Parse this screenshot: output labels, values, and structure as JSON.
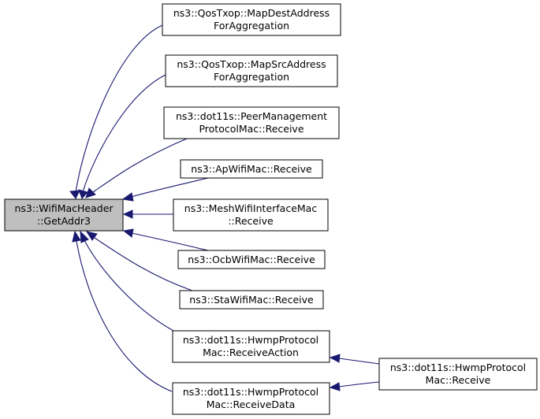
{
  "root": {
    "line1": "ns3::WifiMacHeader",
    "line2": "::GetAddr3"
  },
  "callers": [
    {
      "id": "n1",
      "line1": "ns3::QosTxop::MapDestAddress",
      "line2": "ForAggregation"
    },
    {
      "id": "n2",
      "line1": "ns3::QosTxop::MapSrcAddress",
      "line2": "ForAggregation"
    },
    {
      "id": "n3",
      "line1": "ns3::dot11s::PeerManagement",
      "line2": "ProtocolMac::Receive"
    },
    {
      "id": "n4",
      "line1": "ns3::ApWifiMac::Receive",
      "line2": ""
    },
    {
      "id": "n5",
      "line1": "ns3::MeshWifiInterfaceMac",
      "line2": "::Receive"
    },
    {
      "id": "n6",
      "line1": "ns3::OcbWifiMac::Receive",
      "line2": ""
    },
    {
      "id": "n7",
      "line1": "ns3::StaWifiMac::Receive",
      "line2": ""
    },
    {
      "id": "n8",
      "line1": "ns3::dot11s::HwmpProtocol",
      "line2": "Mac::ReceiveAction"
    },
    {
      "id": "n9",
      "line1": "ns3::dot11s::HwmpProtocol",
      "line2": "Mac::ReceiveData"
    }
  ],
  "second_level": {
    "id": "n10",
    "line1": "ns3::dot11s::HwmpProtocol",
    "line2": "Mac::Receive"
  },
  "colors": {
    "edge": "#191970",
    "root_fill": "#bfbfbf",
    "node_fill": "#ffffff",
    "border": "#000000"
  }
}
